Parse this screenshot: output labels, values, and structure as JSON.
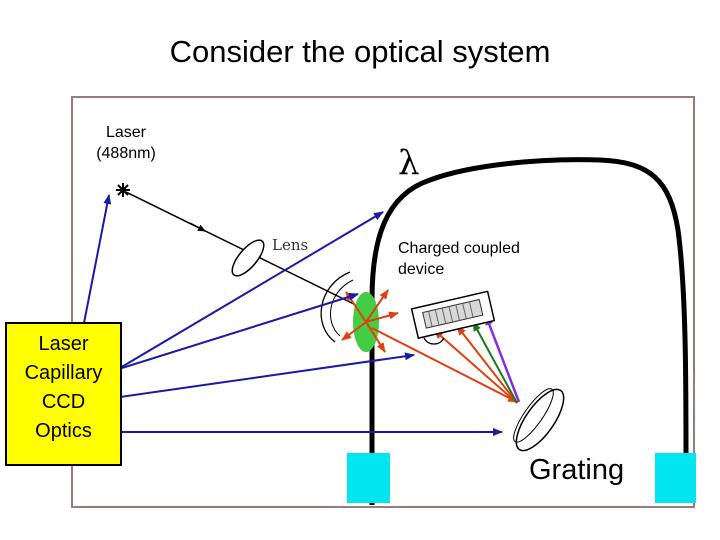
{
  "title": "Consider the optical system",
  "labels": {
    "laser_line1": "Laser",
    "laser_line2": "(488nm)",
    "lambda": "λ",
    "lens": "Lens",
    "ccd_line1": "Charged coupled",
    "ccd_line2": "device",
    "grating": "Grating"
  },
  "legend_box": {
    "items": [
      "Laser",
      "Capillary",
      "CCD",
      "Optics"
    ],
    "color": "#ffff00"
  },
  "colors": {
    "pointer_arrows": "#1a1aa6",
    "light_rays": "#e04010",
    "green_ray": "#1a7a1a",
    "violet_ray": "#8a2be2",
    "capillary": "#44cc44",
    "supports": "#00e5ef",
    "enclosure": "#000000"
  }
}
